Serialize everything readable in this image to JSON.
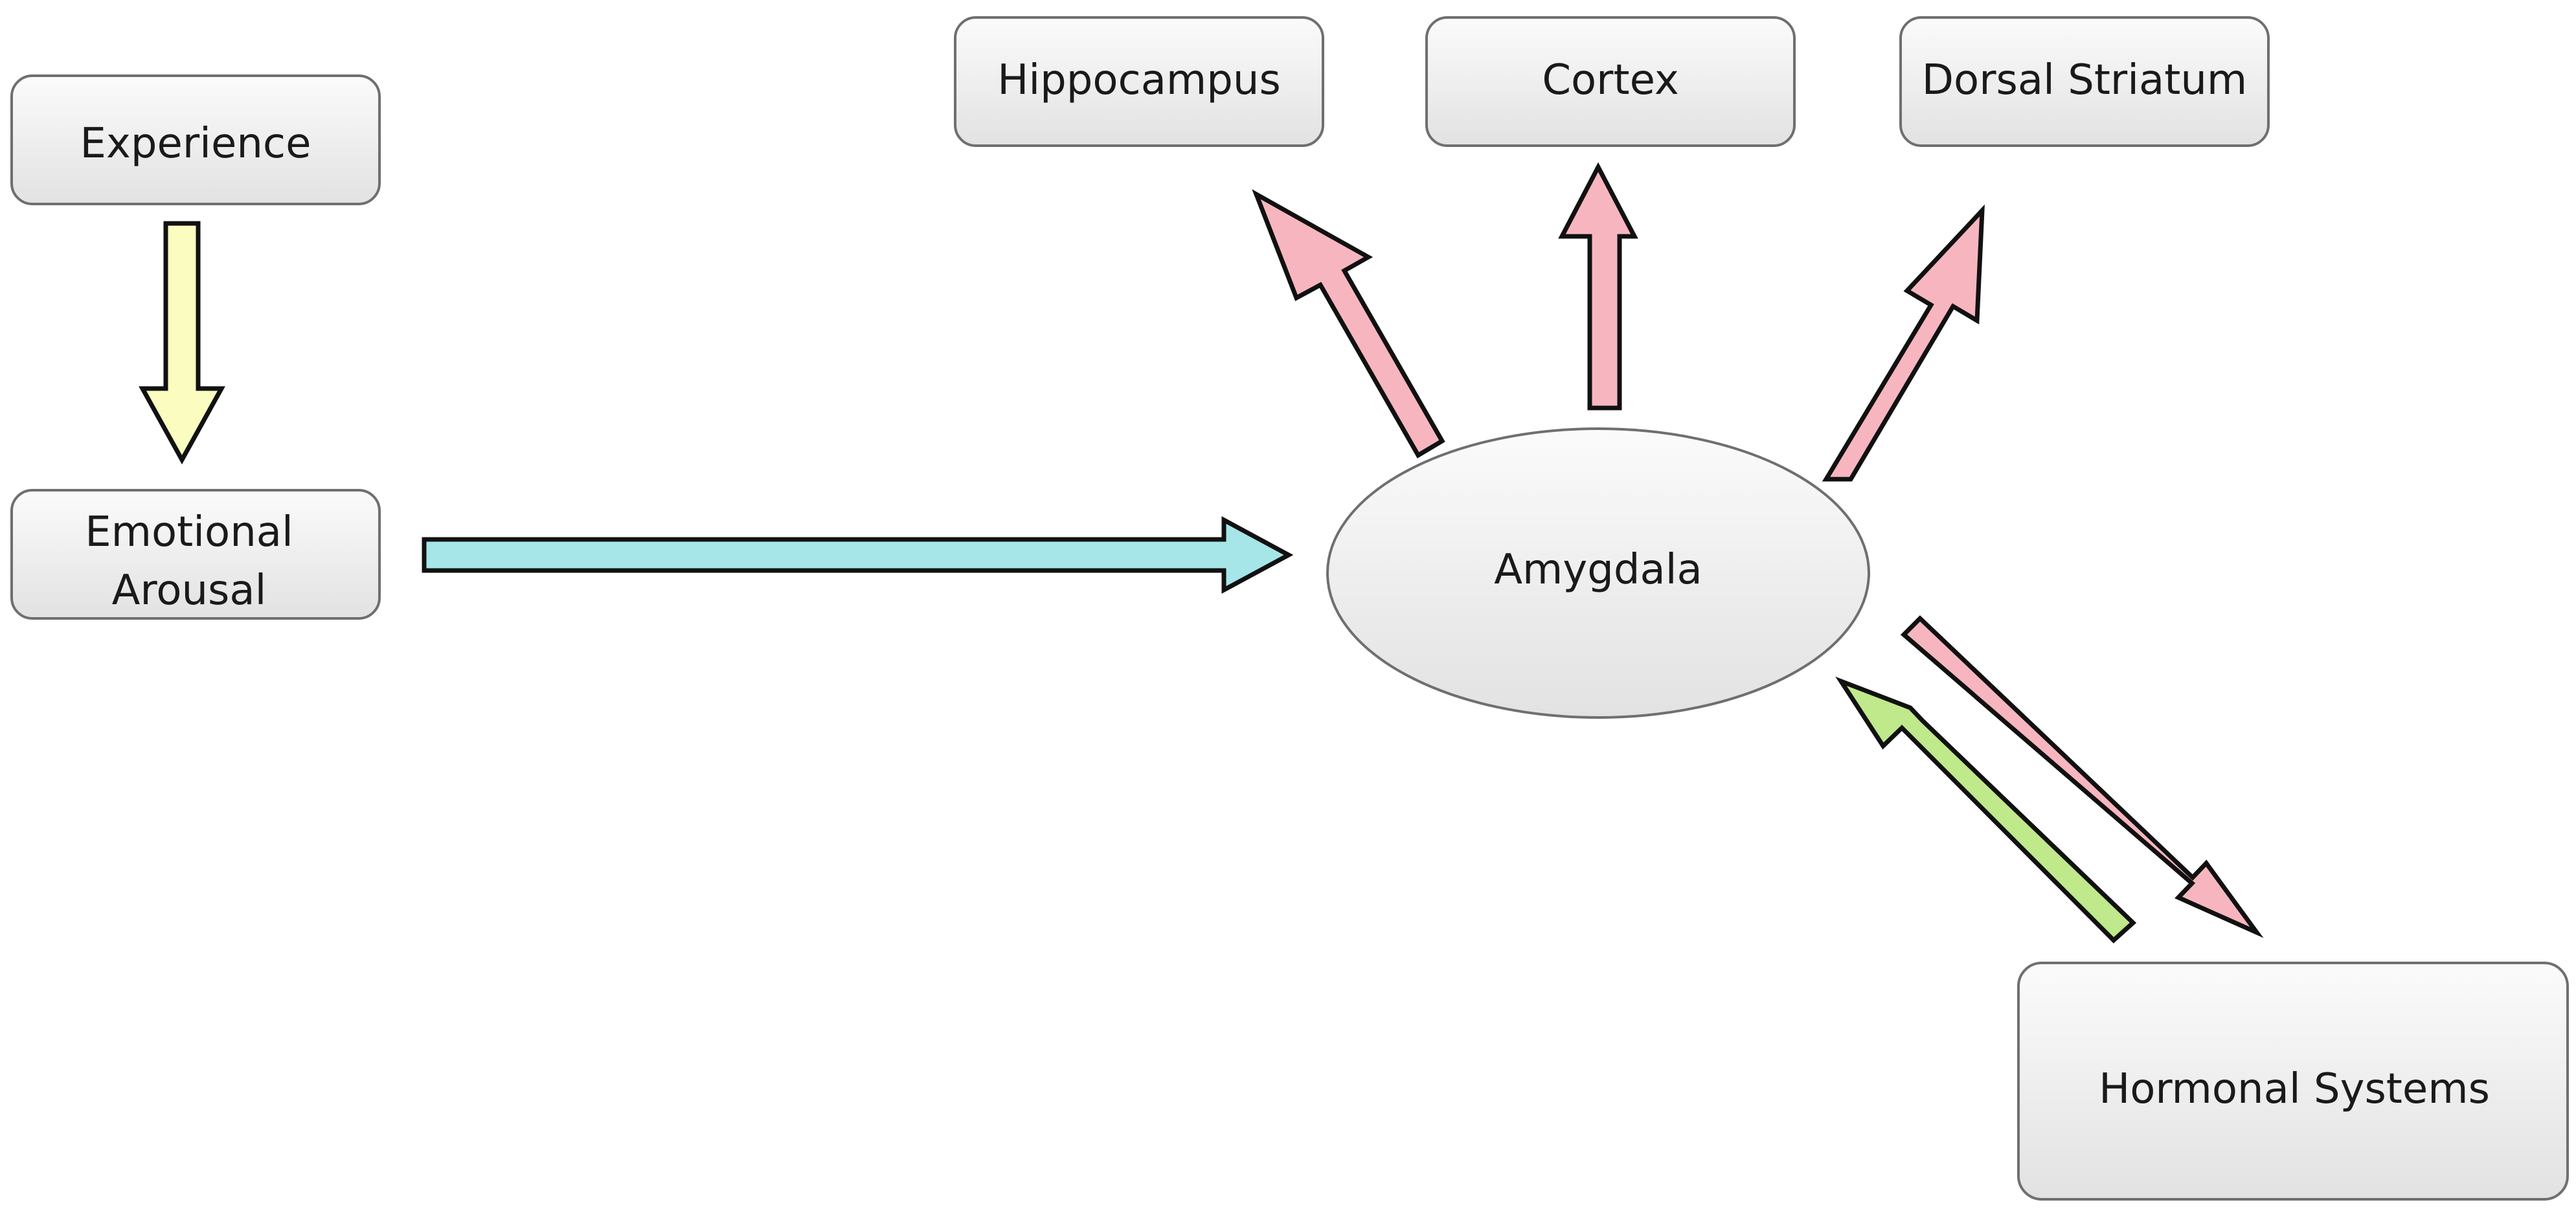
{
  "nodes": {
    "experience": "Experience",
    "emotional_arousal_line1": "Emotional",
    "emotional_arousal_line2": "Arousal",
    "amygdala": "Amygdala",
    "hippocampus": "Hippocampus",
    "cortex": "Cortex",
    "dorsal_striatum": "Dorsal Striatum",
    "hormonal_systems": "Hormonal Systems"
  },
  "colors": {
    "experience_to_arousal": "#fbfcc0",
    "arousal_to_amygdala": "#a6e6e9",
    "amygdala_outputs": "#f7b6bf",
    "hormonal_feedback": "#bfe98a",
    "node_fill_top": "#fbfbfb",
    "node_fill_bottom": "#e2e2e2"
  }
}
